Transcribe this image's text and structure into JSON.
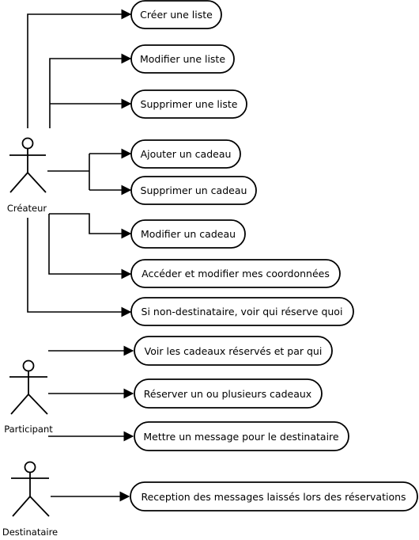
{
  "actors": {
    "createur": "Créateur",
    "participant": "Participant",
    "destinataire": "Destinataire"
  },
  "use_cases": {
    "creer_liste": "Créer une liste",
    "modifier_liste": "Modifier une liste",
    "supprimer_liste": "Supprimer une liste",
    "ajouter_cadeau": "Ajouter un cadeau",
    "supprimer_cadeau": "Supprimer un cadeau",
    "modifier_cadeau": "Modifier un cadeau",
    "acceder_coordonnees": "Accéder et modifier mes coordonnées",
    "voir_reservations": "Si non-destinataire, voir qui réserve quoi",
    "voir_cadeaux_reserves": "Voir les cadeaux réservés et par qui",
    "reserver_cadeaux": "Réserver un ou plusieurs cadeaux",
    "mettre_message": "Mettre un message pour le destinataire",
    "reception_messages": "Reception des messages laissés lors des réservations"
  }
}
